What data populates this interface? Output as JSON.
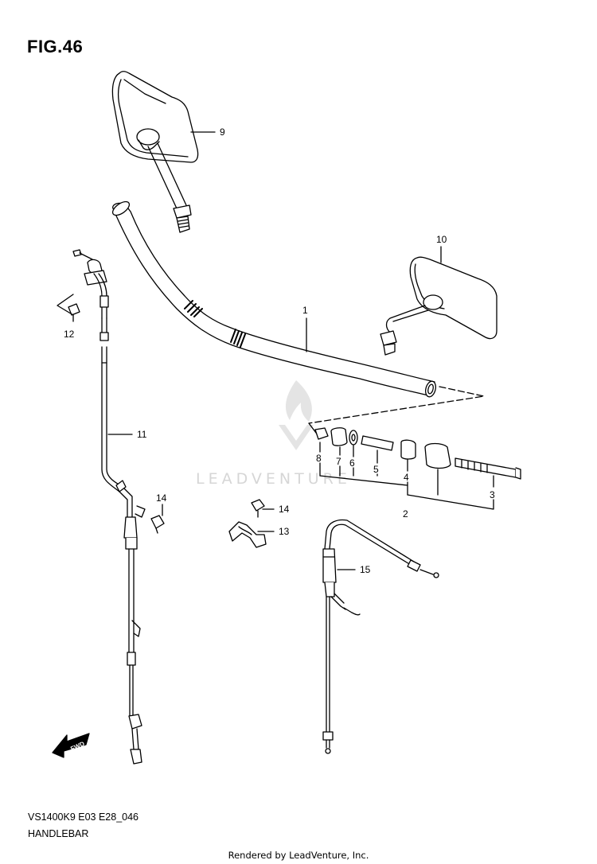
{
  "figure": {
    "title": "FIG.46",
    "code": "VS1400K9 E03 E28_046",
    "name": "HANDLEBAR"
  },
  "watermark": "LEADVENTURE",
  "rendered_by": "Rendered by LeadVenture, Inc.",
  "fwd_label": "FWD",
  "callouts": [
    "1",
    "2",
    "3",
    "4",
    "5",
    "6",
    "7",
    "8",
    "9",
    "10",
    "11",
    "12",
    "13",
    "14",
    "14",
    "15"
  ]
}
